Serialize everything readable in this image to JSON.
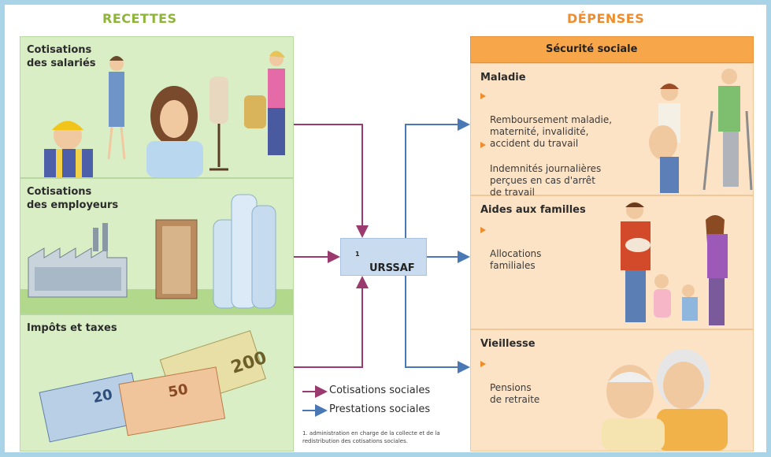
{
  "recettes": {
    "title": "RECETTES",
    "panels": [
      {
        "label": "Cotisations\ndes salariés"
      },
      {
        "label": "Cotisations\ndes employeurs"
      },
      {
        "label": "Impôts et taxes"
      }
    ]
  },
  "depenses": {
    "title": "DÉPENSES",
    "header": "Sécurité sociale",
    "panels": [
      {
        "label": "Maladie",
        "items": [
          "Remboursement maladie,\nmaternité, invalidité,\naccident du travail",
          "Indemnités journalières\nperçues en cas d'arrêt\nde travail"
        ]
      },
      {
        "label": "Aides aux familles",
        "items": [
          "Allocations\nfamiliales"
        ]
      },
      {
        "label": "Vieillesse",
        "items": [
          "Pensions\nde retraite"
        ]
      }
    ]
  },
  "center": {
    "label": "URSSAF",
    "sup": "1"
  },
  "legend": {
    "cotisations": "Cotisations sociales",
    "prestations": "Prestations sociales"
  },
  "footnote": "1. administration en charge de la collecte et de la redistribution des cotisations sociales.",
  "colors": {
    "cotisations_arrow": "#9b3a6e",
    "prestations_arrow": "#4a78b5",
    "recettes_accent": "#8fb43a",
    "depenses_accent": "#f08c2b"
  },
  "banknotes": [
    "20",
    "50",
    "200"
  ]
}
